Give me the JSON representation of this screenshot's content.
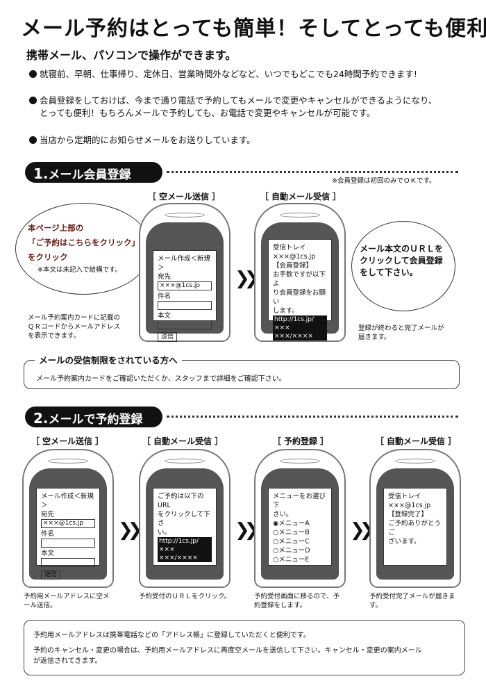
{
  "header": {
    "title": "メール予約はとっても簡単！そしてとっても便利！",
    "subtitle": "携帯メール、パソコンで操作ができます。"
  },
  "bullets": [
    "就寝前、早朝、仕事帰り、定休日、営業時間外などなど、いつでもどこでも24時間予約できます!",
    "会員登録をしておけば、今まで通り電話で予約してもメールで変更やキャンセルができるようになり、",
    "とっても便利！もちろんメールで予約しても、お電話で変更やキャンセルが可能です。",
    "当店から定期的にお知らせメールをお送りしています。"
  ],
  "section1": {
    "number": "1.",
    "title": "メール会員登録",
    "note": "※会員登録は初回のみでＯＫです。",
    "step1_label": "［ 空メール送信 ］",
    "step2_label": "［ 自動メール受信 ］",
    "left_bubble": {
      "line1": "本ページ上部の",
      "line2": "「ご予約はこちらをクリック」",
      "line3": "をクリック",
      "line4": "※本文は未記入で結構です。"
    },
    "left_caption": [
      "メール予約案内カードに記載の",
      "ＱＲコードからメールアドレス",
      "を表示できます。"
    ],
    "phone1": {
      "heading": "メール作成＜新規＞",
      "to_label": "宛先",
      "to_value": "×××@1cs.jp",
      "subject_label": "件名",
      "body_label": "本文",
      "send": "送信"
    },
    "phone2": {
      "lines": [
        "受信トレイ",
        "×××@1cs.jp",
        "【会員登録】",
        "お手数ですが以下よ",
        "り会員登録をお願い",
        "します。"
      ],
      "link1": "http://1cs.jp/×××",
      "link2": "×××/××××"
    },
    "right_bubble": [
      "メール本文のＵＲＬを",
      "クリックして会員登録",
      "をして下さい。"
    ],
    "right_caption": [
      "登録が終わると完了メールが",
      "届きます。"
    ]
  },
  "restriction": {
    "title": "メールの受信制限をされている方へ",
    "text": "メール予約案内カードをご確認いただくか、スタッフまで詳細をご確認下さい。"
  },
  "section2": {
    "number": "2.",
    "title": "メールで予約登録",
    "labels": [
      "［ 空メール送信 ］",
      "［ 自動メール受信 ］",
      "［ 予約登録 ］",
      "［ 自動メール受信 ］"
    ],
    "phone1": {
      "heading": "メール作成＜新規＞",
      "to_label": "宛先",
      "to_value": "×××@1cs.jp",
      "subject_label": "件名",
      "body_label": "本文",
      "send": "送信"
    },
    "phone2": {
      "lines": [
        "ご予約は以下のURL",
        "をクリックして下さ",
        "い。"
      ],
      "link1": "http://1cs.jp/×××",
      "link2": "×××/××××"
    },
    "phone3": {
      "lines": [
        "メニューをお選び下",
        "さい。"
      ],
      "options": [
        "◉メニューA",
        "○メニューB",
        "○メニューC",
        "○メニューD",
        "○メニューE"
      ]
    },
    "phone4": {
      "lines": [
        "受信トレイ",
        "×××@1cs.jp",
        "【登録完了】",
        "ご予約ありがとうご",
        "ざいます。"
      ]
    },
    "captions": [
      [
        "予約用メールアドレスに空メ",
        "ール送信。"
      ],
      [
        "予約受付のＵＲＬをクリック。"
      ],
      [
        "予約受付画面に移るので、予",
        "約登録をします。"
      ],
      [
        "予約受付完了メールが届きま",
        "す。"
      ]
    ]
  },
  "footer": {
    "line1": "予約用メールアドレスは携帯電話などの「アドレス帳」に登録していただくと便利です。",
    "line2": "予約のキャンセル・変更の場合は、予約用メールアドレスに再度空メールを送信して下さい。キャンセル・変更の案内メール",
    "line3": "が返信されてきます。"
  }
}
